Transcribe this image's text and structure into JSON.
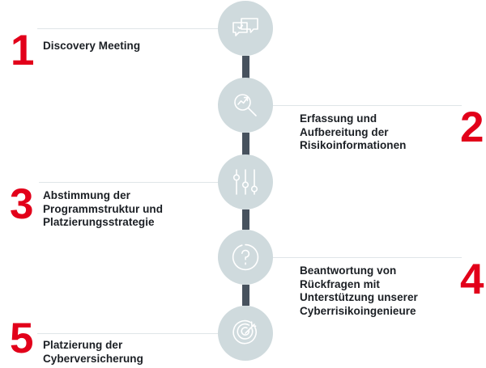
{
  "graphic": {
    "title": "Cyberversicherung Prozessablauf",
    "type": "vertical-timeline",
    "colors": {
      "number_red": "#e2001a",
      "circle_fill": "#cfdadd",
      "spine_dark": "#47525e",
      "rule_line": "#dfe5e8",
      "text_dark": "#1b1f24",
      "icon_white": "#ffffff"
    }
  },
  "steps": [
    {
      "number": "1",
      "label": "Discovery Meeting",
      "side": "left",
      "icon": "speech-bubbles-check-icon"
    },
    {
      "number": "2",
      "label": "Erfassung und\nAufbereitung der\nRisikoinformationen",
      "side": "right",
      "icon": "magnifier-trend-icon"
    },
    {
      "number": "3",
      "label": "Abstimmung der\nProgrammstruktur und\nPlatzierungsstrategie",
      "side": "left",
      "icon": "sliders-icon"
    },
    {
      "number": "4",
      "label": "Beantwortung von\nRückfragen mit\nUnterstützung unserer\nCyberrisikoingenieure",
      "side": "right",
      "icon": "question-mark-circle-icon"
    },
    {
      "number": "5",
      "label": "Platzierung der\nCyberversicherung",
      "side": "left",
      "icon": "target-bullseye-icon"
    }
  ]
}
